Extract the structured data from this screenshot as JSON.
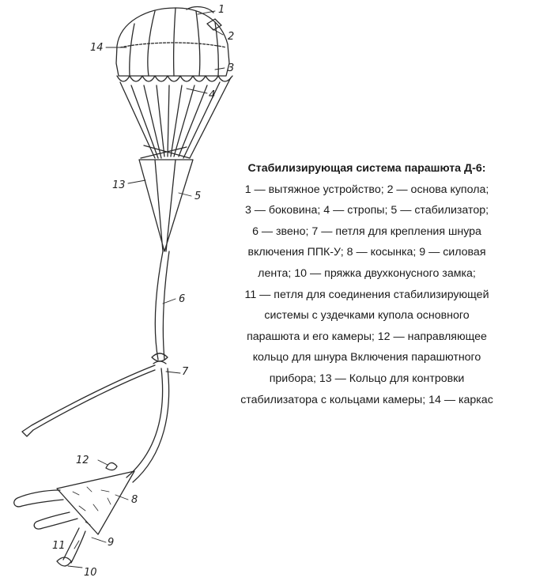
{
  "figure": {
    "labels": {
      "n1": "1",
      "n2": "2",
      "n3": "3",
      "n4": "4",
      "n5": "5",
      "n6": "6",
      "n7": "7",
      "n8": "8",
      "n9": "9",
      "n10": "10",
      "n11": "11",
      "n12": "12",
      "n13": "13",
      "n14": "14"
    }
  },
  "caption": {
    "title": "Стабилизирующая система парашюта Д-6:",
    "lines": [
      "1 — вытяжное устройство; 2 — основа купола;",
      "3 — боковина; 4 — стропы; 5 — стабилизатор;",
      "6 — звено; 7 — петля для крепления шнура",
      "включения ППК-У; 8 — косынка; 9 — силовая",
      "лента; 10 — пряжка двухконусного замка;",
      "11 — петля для соединения стабилизирующей",
      "системы с уздечками купола основного",
      "парашюта и его камеры; 12 — направляющее",
      "кольцо для шнура Включения парашютного",
      "прибора; 13 — Кольцо для контровки",
      "стабилизатора с кольцами камеры; 14 — каркас"
    ]
  }
}
